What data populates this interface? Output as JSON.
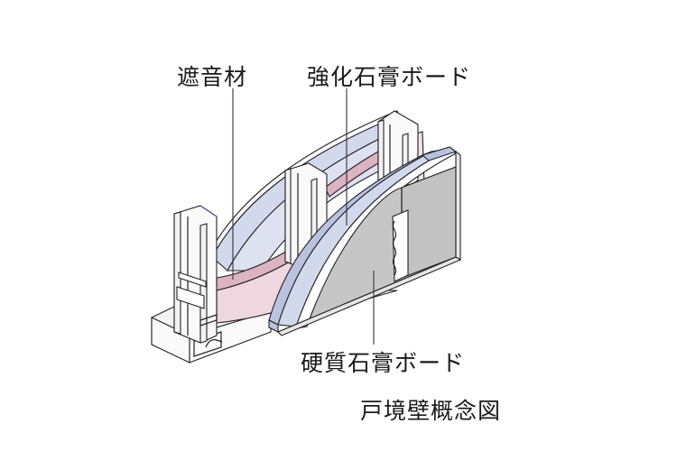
{
  "labels": {
    "sound_insulation": "遮音材",
    "reinforced_gypsum_board": "強化石膏ボード",
    "hard_gypsum_board": "硬質石膏ボード"
  },
  "caption": "戸境壁概念図",
  "colors": {
    "gypsum_blue": "#d3d9ec",
    "insulation_pink": "#eed7de",
    "hard_board_gray": "#c6c6c6",
    "stud_white": "#f2f2f2"
  }
}
